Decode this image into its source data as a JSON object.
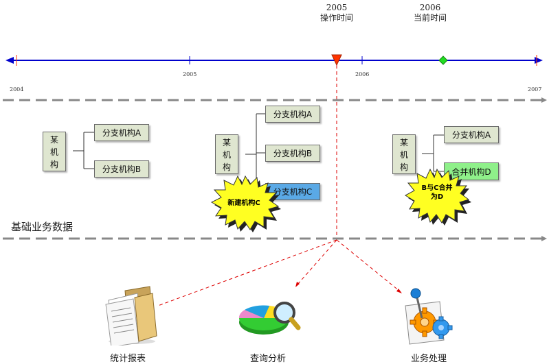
{
  "timeline": {
    "start_label": "2004",
    "end_label": "2007",
    "tick_2005": "2005",
    "tick_2006": "2006",
    "marker_operation": {
      "year": "2005",
      "label": "操作时间",
      "color": "#ff3300"
    },
    "marker_current": {
      "year": "2006",
      "label": "当前时间",
      "color": "#00cc00"
    },
    "axis_color": "#0000cc",
    "end_arrow_color": "#ff3300"
  },
  "section_label": "基础业务数据",
  "org_charts": [
    {
      "root": [
        "某",
        "机",
        "构"
      ],
      "branches": [
        "分支机构A",
        "分支机构B"
      ]
    },
    {
      "root": [
        "某",
        "机",
        "构"
      ],
      "branches": [
        "分支机构A",
        "分支机构B",
        "分支机构C"
      ],
      "burst": "新建机构C"
    },
    {
      "root": [
        "某",
        "机",
        "构"
      ],
      "branches": [
        "分支机构A",
        "合并机构D"
      ],
      "burst_line1": "B与C合并",
      "burst_line2": "为D"
    }
  ],
  "functions": [
    {
      "label": "统计报表",
      "icon": "report-folder-icon"
    },
    {
      "label": "查询分析",
      "icon": "pie-chart-magnifier-icon"
    },
    {
      "label": "业务处理",
      "icon": "gears-joystick-icon"
    }
  ],
  "colors": {
    "box_fill": "#dfe6d0",
    "new_box_fill": "#5aa9e6",
    "merged_box_fill": "#8ff08a",
    "burst_fill": "#ffff22",
    "dash_line": "#888888",
    "red_dash": "#dd0000"
  }
}
